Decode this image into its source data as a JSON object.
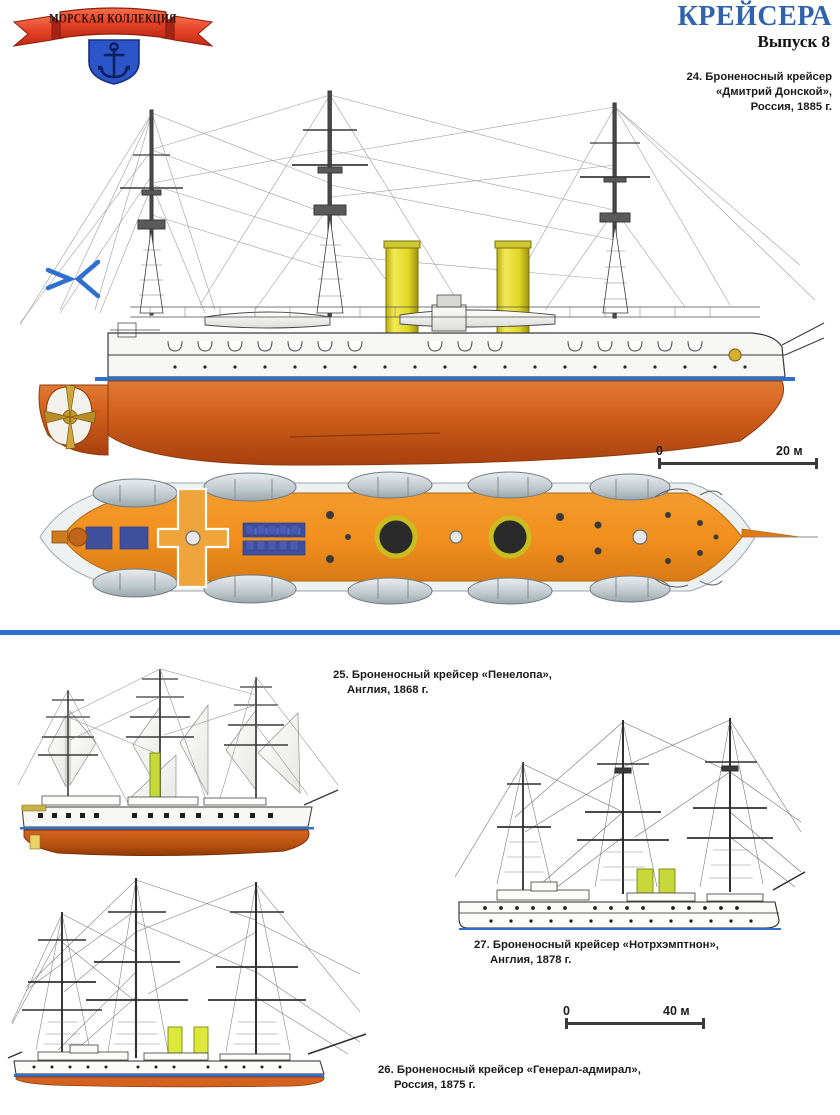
{
  "header": {
    "logo_ribbon_text": "МОРСКАЯ КОЛЛЕКЦИЯ",
    "logo_emblem": "anchor-icon",
    "title": "КРЕЙСЕРА",
    "title_color": "#2f63ab",
    "subtitle": "Выпуск 8"
  },
  "captions": {
    "c24": {
      "line1": "24. Броненосный крейсер",
      "line2": "«Дмитрий Донской»,",
      "line3": "Россия, 1885 г."
    },
    "c25": {
      "line1": "25. Броненосный крейсер «Пенелопа»,",
      "line2": "Англия, 1868 г."
    },
    "c27": {
      "line1": "27. Броненосный крейсер «Нотрхэмптнон»,",
      "line2": "Англия, 1878 г."
    },
    "c26": {
      "line1": "26. Броненосный крейсер «Генерал-адмирал»,",
      "line2": "Россия, 1875 г."
    }
  },
  "scales": {
    "top": {
      "start": "0",
      "end": "20 м"
    },
    "bottom": {
      "start": "0",
      "end": "40 м"
    }
  },
  "colors": {
    "hull_orange": "#d4621e",
    "hull_orange_light": "#e8833a",
    "deck_orange": "#f2901f",
    "funnel_yellow": "#e8e03a",
    "funnel_green": "#c8d83a",
    "waterline_blue": "#2f6fd0",
    "divider_blue": "#2f6fd0",
    "title_blue": "#2f63ab",
    "ribbon_red": "#e8442a",
    "shield_blue": "#2b55c8",
    "rigging_gray": "#7a7a7a",
    "hull_white": "#f4f4f2"
  },
  "plates": {
    "p24_profile": {
      "name": "Dmitri Donskoi side profile",
      "masts": 3,
      "funnels": 2
    },
    "p24_plan": {
      "name": "Dmitri Donskoi deck plan",
      "boats": 10
    },
    "p25": {
      "name": "Penelope side profile",
      "masts": 3,
      "funnels": 1,
      "sails": true
    },
    "p27": {
      "name": "Northampton side profile",
      "masts": 3,
      "funnels": 2,
      "sails": false
    },
    "p26": {
      "name": "General-Admiral side profile",
      "masts": 3,
      "funnels": 2,
      "sails": false
    }
  }
}
